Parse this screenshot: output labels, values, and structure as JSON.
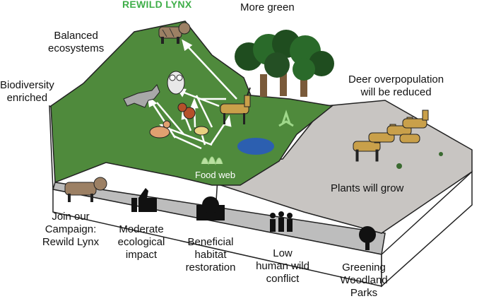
{
  "title": "REWILD LYNX",
  "colors": {
    "forest": "#4f8a3c",
    "ground": "#c8c5c2",
    "title_green": "#3fae49",
    "deer": "#c9a04a",
    "water": "#2c5fb0"
  },
  "labels": {
    "more_green": "More green",
    "balanced": "Balanced\necosystems",
    "biodiversity": "Biodiversity\nenriched",
    "deer_over": "Deer overpopulation\nwill be reduced",
    "plants_grow": "Plants will grow",
    "food_web": "Food web"
  },
  "benefits": [
    {
      "text": "Join our\nCampaign:\nRewild Lynx",
      "icon": "lynx-icon"
    },
    {
      "text": "Moderate\necological\nimpact",
      "icon": "thumbs-up-icon"
    },
    {
      "text": "Beneficial\nhabitat\nrestoration",
      "icon": "habitat-icon"
    },
    {
      "text": "Low\nhuman wild\nconflict",
      "icon": "people-icon"
    },
    {
      "text": "Greening\nWoodland\nParks",
      "icon": "tree-icon"
    }
  ],
  "animals": [
    "lynx-icon",
    "owl-icon",
    "wolf-icon",
    "squirrel-icon",
    "duck-icon",
    "bird-icon",
    "deer-icon"
  ]
}
